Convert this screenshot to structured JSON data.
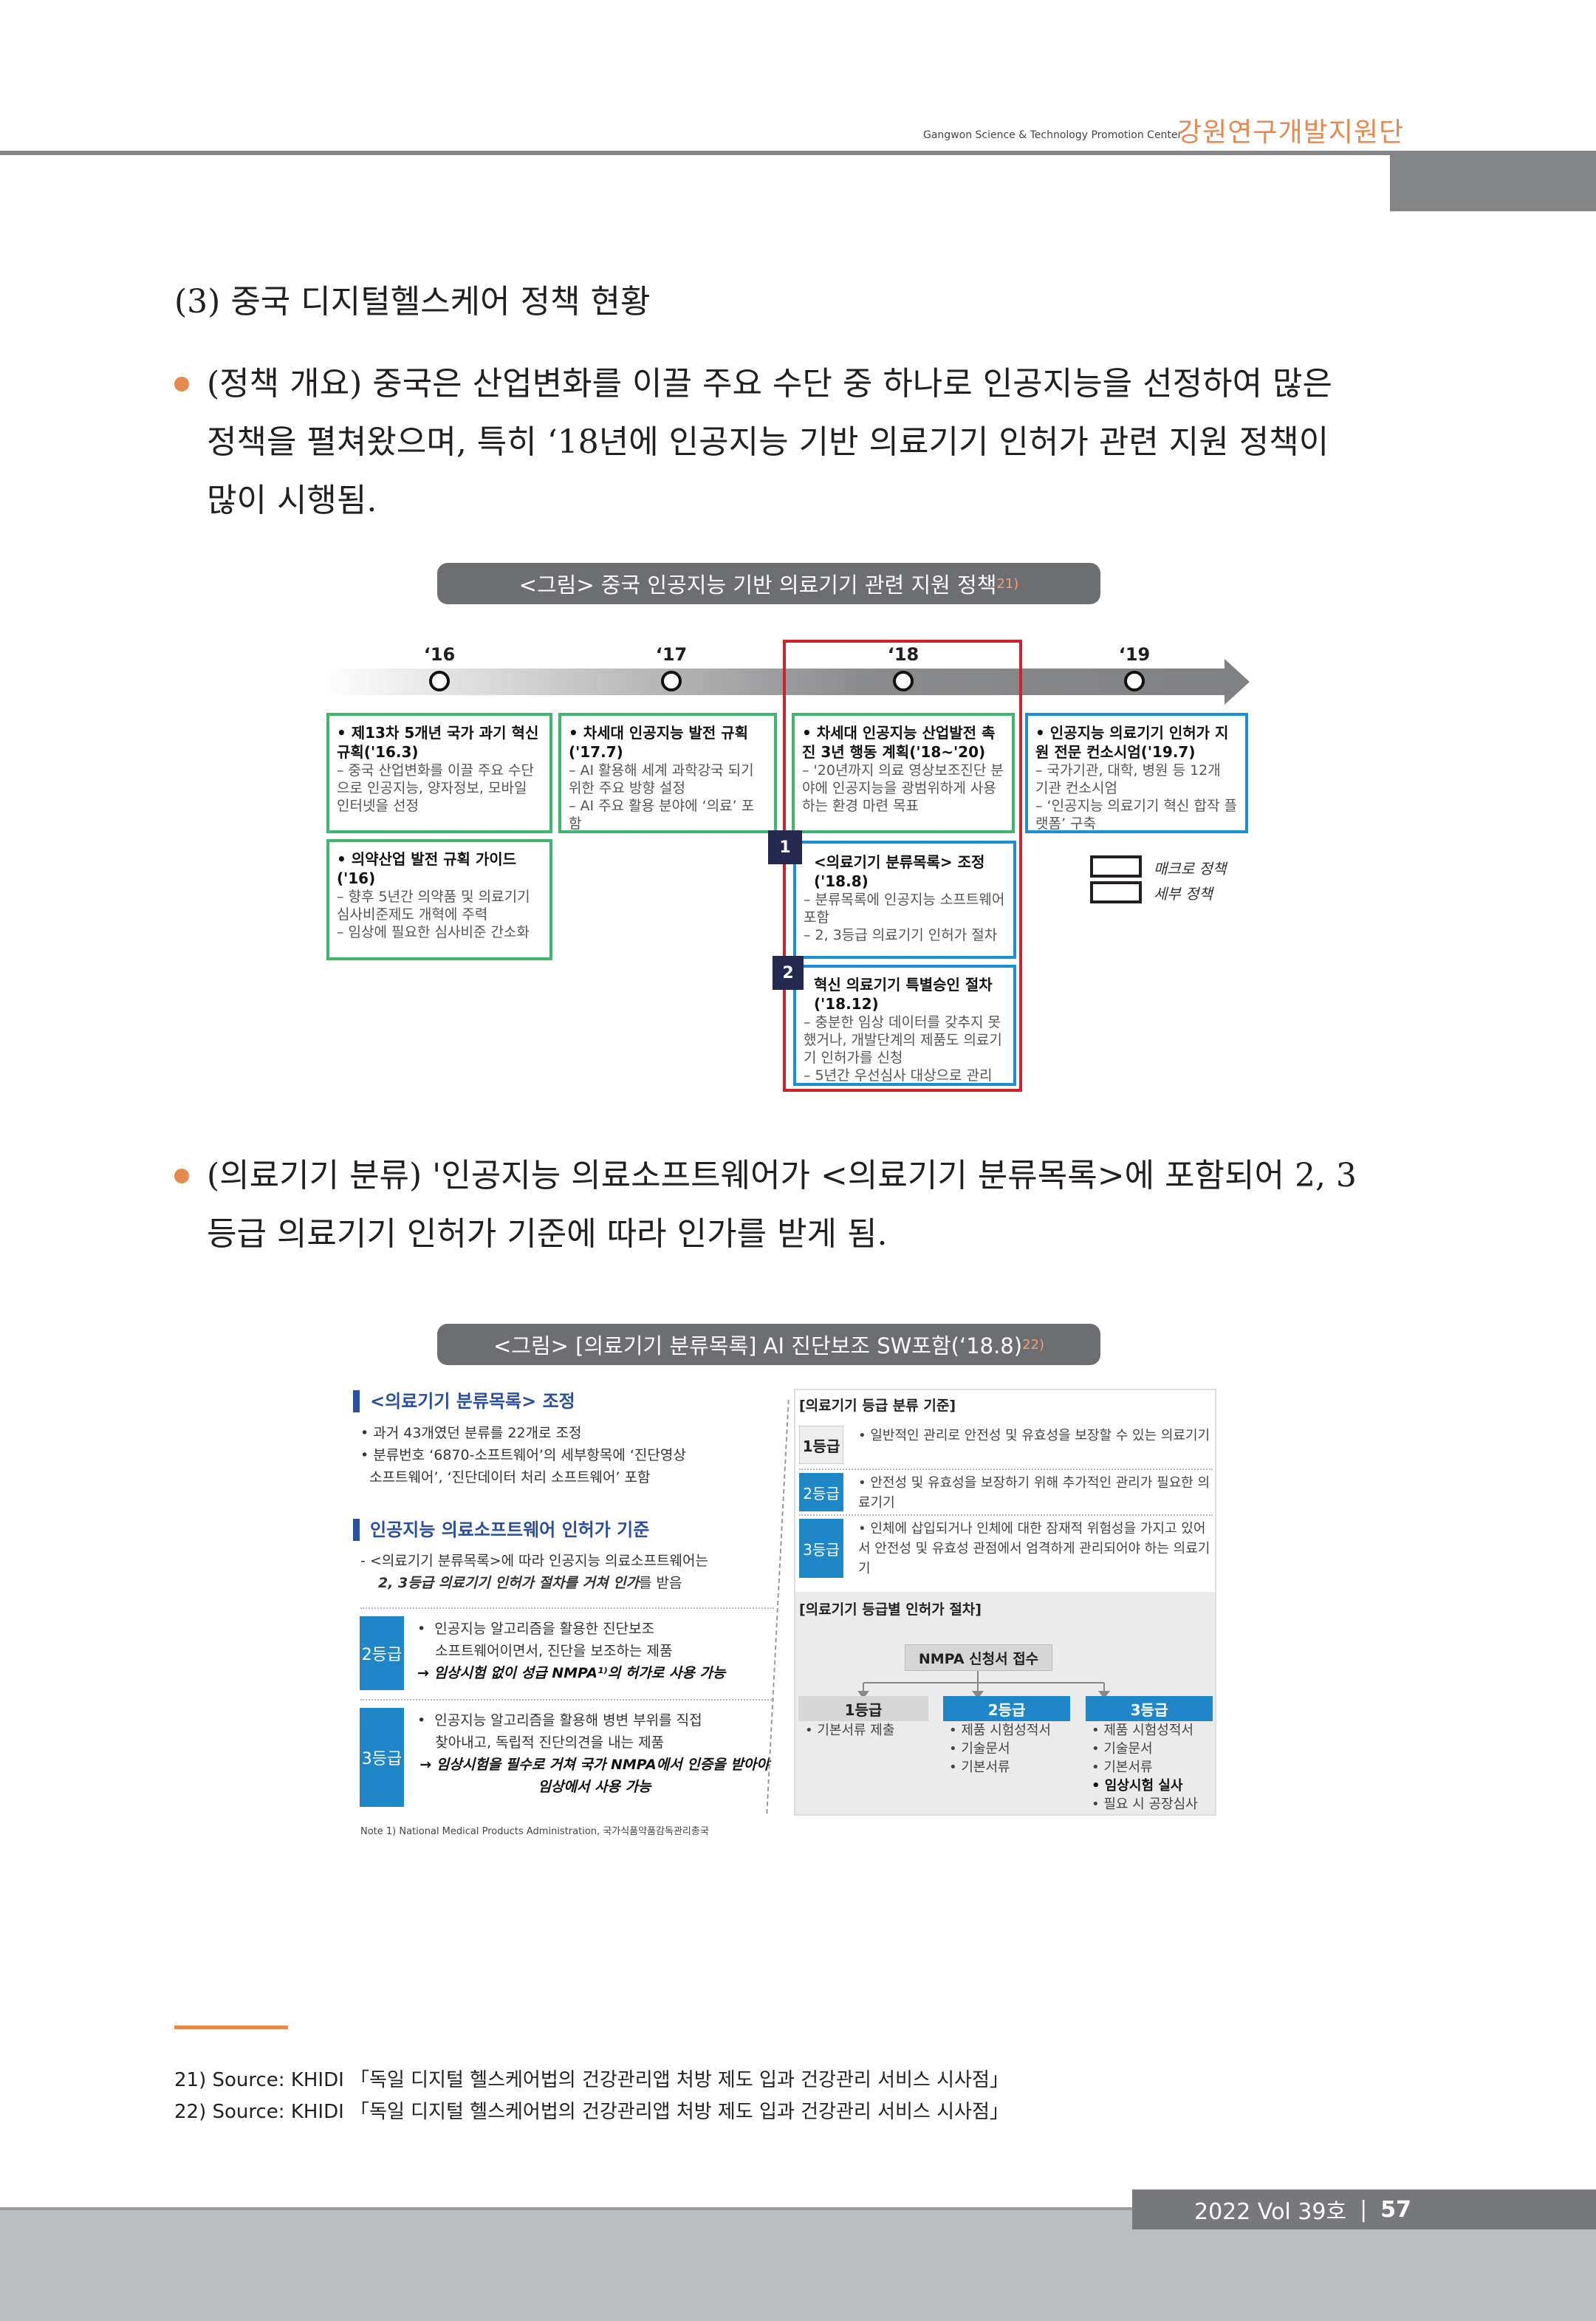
{
  "header": {
    "org_en": "Gangwon Science & Technology Promotion Center",
    "org_ko": "강원연구개발지원단"
  },
  "section_title": "(3) 중국 디지털헬스케어 정책 현황",
  "para1": [
    "(정책 개요) 중국은 산업변화를 이끌 주요 수단 중 하나로 인공지능을 선정하여 많은",
    "정책을 펼쳐왔으며, 특히 ‘18년에 인공지능 기반 의료기기 인허가 관련 지원 정책이",
    "많이 시행됨."
  ],
  "fig1": {
    "title": "<그림> 중국 인공지능 기반 의료기기 관련 지원 정책",
    "ref": "21)",
    "years": [
      "‘16",
      "‘17",
      "‘18",
      "‘19"
    ],
    "boxes": [
      {
        "title": "• 제13차 5개년 국가 과기 혁신 규획('16.3)",
        "lines": [
          "– 중국 산업변화를 이끌 주요 수단으로 인공지능, 양자정보, 모바일 인터넷을 선정"
        ]
      },
      {
        "title": "• 차세대 인공지능 발전 규획 ('17.7)",
        "lines": [
          "– AI 활용해 세계 과학강국 되기 위한 주요 방향 설정",
          "– AI 주요 활용 분야에 ‘의료’ 포함"
        ]
      },
      {
        "title": "• 차세대 인공지능 산업발전 촉진 3년 행동 계획('18~'20)",
        "lines": [
          "– '20년까지 의료 영상보조진단 분야에 인공지능을 광범위하게 사용하는 환경 마련 목표"
        ]
      },
      {
        "title": "• 인공지능 의료기기 인허가 지원 전문 컨소시엄('19.7)",
        "lines": [
          "– 국가기관, 대학, 병원 등 12개 기관 컨소시엄",
          "– ‘인공지능 의료기기 혁신 합작 플랫폼’ 구축"
        ]
      },
      {
        "title": "• 의약산업 발전 규획 가이드 ('16)",
        "lines": [
          "– 향후 5년간 의약품 및 의료기기 심사비준제도 개혁에 주력",
          "– 임상에 필요한 심사비준 간소화"
        ]
      },
      {
        "badge": "1",
        "title": "<의료기기 분류목록> 조정 ('18.8)",
        "lines": [
          "– 분류목록에 인공지능 소프트웨어 포함",
          "– 2, 3등급 의료기기 인허가 절차"
        ]
      },
      {
        "badge": "2",
        "title": "혁신 의료기기 특별승인 절차('18.12)",
        "lines": [
          "– 충분한 임상 데이터를 갖추지 못했거나, 개발단계의 제품도 의료기기 인허가를 신청",
          "– 5년간 우선심사 대상으로 관리"
        ]
      }
    ],
    "legend": [
      "매크로 정책",
      "세부 정책"
    ],
    "colors": {
      "macro": "#3fb56e",
      "detail": "#1a8fd6",
      "highlight": "#d0222b"
    }
  },
  "para2": [
    "(의료기기 분류) '인공지능 의료소프트웨어가 <의료기기 분류목록>에 포함되어 2, 3",
    "등급 의료기기 인허가 기준에 따라 인가를 받게 됨."
  ],
  "fig2": {
    "title": "<그림> [의료기기 분류목록] AI 진단보조 SW포함(‘18.8)",
    "ref": "22)",
    "left": {
      "h1": "<의료기기 분류목록> 조정",
      "b1": [
        "• 과거 43개였던 분류를 22개로 조정",
        "• 분류번호 ‘6870-소프트웨어’의 세부항목에 ‘진단영상",
        "  소프트웨어’, ‘진단데이터 처리 소프트웨어’ 포함"
      ],
      "h2": "인공지능 의료소프트웨어 인허가 기준",
      "d1": "-  <의료기기 분류목록>에 따라 인공지능 의료소프트웨어는",
      "d2_em": "2, 3등급 의료기기 인허가 절차를 거쳐 인가",
      "d2_rest": "를 받음",
      "grades": [
        {
          "label": "2등급",
          "lines": [
            "•  인공지능 알고리즘을 활용한 진단보조",
            "    소프트웨어이면서, 진단을 보조하는 제품"
          ],
          "em": "→ 임상시험 없이 성급 NMPA¹⁾의 허가로 사용 가능"
        },
        {
          "label": "3등급",
          "lines": [
            "•  인공지능 알고리즘을 활용해 병변 부위를 직접",
            "    찾아내고, 독립적 진단의견을 내는 제품"
          ],
          "em": "→ 임상시험을 필수로 거쳐 국가 NMPA에서 인증을 받아야 임상에서 사용 가능"
        }
      ],
      "note": "Note 1) National Medical Products Administration, 국가식품약품감독관리총국"
    },
    "right": {
      "h1": "[의료기기 등급 분류 기준]",
      "grades": [
        {
          "label": "1등급",
          "text": "•  일반적인 관리로 안전성 및 유효성을 보장할 수 있는 의료기기"
        },
        {
          "label": "2등급",
          "text": "•  안전성 및 유효성을 보장하기 위해 추가적인 관리가 필요한 의료기기"
        },
        {
          "label": "3등급",
          "text": "•  인체에 삽입되거나 인체에 대한 잠재적 위험성을 가지고 있어서 안전성 및 유효성 관점에서 엄격하게 관리되어야 하는 의료기기"
        }
      ],
      "h2": "[의료기기 등급별 인허가 절차]",
      "root": "NMPA 신청서 접수",
      "cols": [
        {
          "label": "1등급",
          "items": [
            "기본서류 제출"
          ]
        },
        {
          "label": "2등급",
          "items": [
            "제품 시험성적서",
            "기술문서",
            "기본서류"
          ]
        },
        {
          "label": "3등급",
          "items": [
            "제품 시험성적서",
            "기술문서",
            "기본서류",
            "임상시험 실사",
            "필요 시 공장심사"
          ]
        }
      ]
    }
  },
  "footnotes": [
    "21)  Source: KHIDI 「독일 디지털 헬스케어법의 건강관리앱 처방 제도 입과 건강관리 서비스 시사점」",
    "22)  Source: KHIDI 「독일 디지털 헬스케어법의 건강관리앱 처방 제도 입과 건강관리 서비스 시사점」"
  ],
  "footer": {
    "issue": "2022 Vol 39호",
    "sep": "|",
    "page": "57"
  }
}
